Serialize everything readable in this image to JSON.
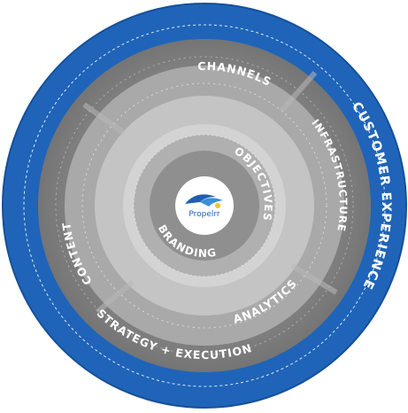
{
  "outer_label": "CUSTOMER EXPERIENCE",
  "middle_ring": {
    "channels": "CHANNELS",
    "infrastructure": "INFRASTRUCTURE",
    "content": "CONTENT",
    "analytics": "ANALYTICS",
    "strategy": "STRATEGY + EXECUTION"
  },
  "inner_ring": {
    "objectives": "OBJECTIVES",
    "branding": "BRANDING"
  },
  "logo": {
    "name": "Propelrr"
  },
  "colors": {
    "outer_ring": "#1f64b8",
    "outer_ring_edge": "#15509a",
    "ring_gray_dark": "#8c8c8c",
    "ring_gray_mid": "#a8a8a8",
    "ring_gray_light": "#c9c9c9",
    "label_text": "#ffffff",
    "logo_blue": "#1e5fb3",
    "logo_yellow": "#f2c230"
  }
}
